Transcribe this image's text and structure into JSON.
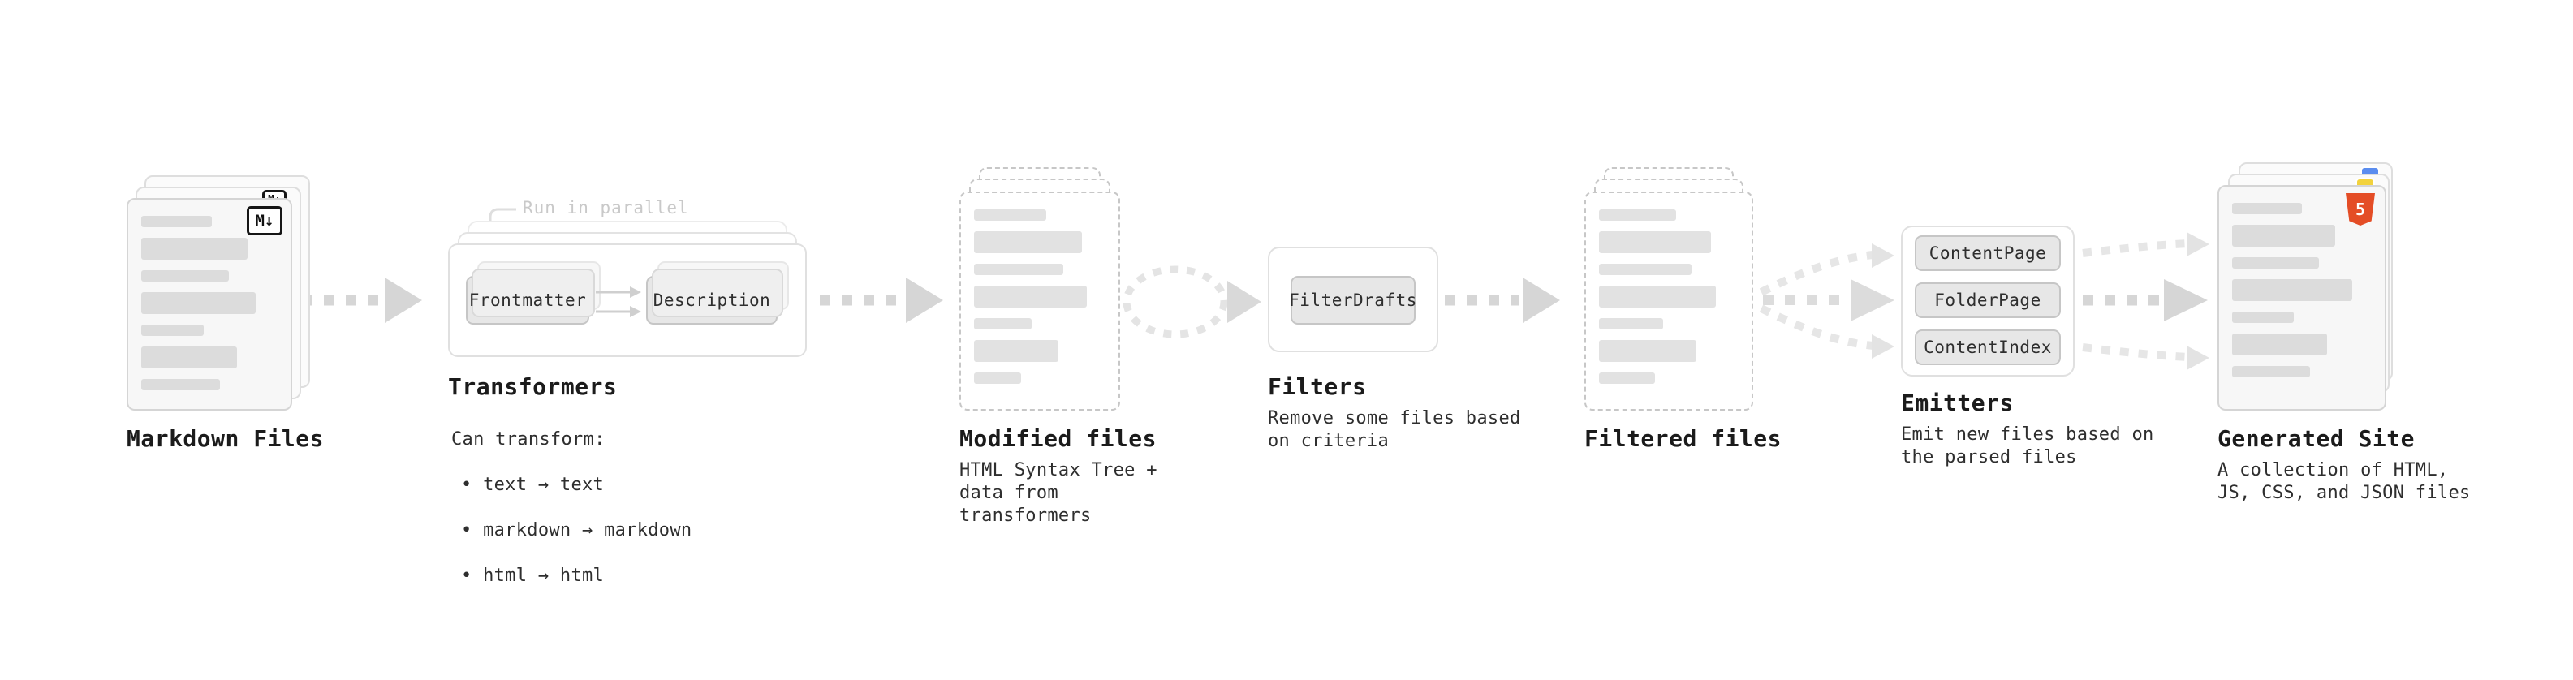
{
  "nodes": {
    "markdown_files": {
      "label": "Markdown Files"
    },
    "transformers": {
      "label": "Transformers",
      "annotation": "Run in parallel",
      "buttons": [
        "Frontmatter",
        "Description"
      ],
      "description_title": "Can transform:",
      "bullets": [
        "• text → text",
        "• markdown → markdown",
        "• html → html"
      ]
    },
    "modified_files": {
      "label": "Modified files",
      "description": "HTML Syntax Tree +\ndata from transformers"
    },
    "filters": {
      "label": "Filters",
      "button": "FilterDrafts",
      "description": "Remove some files based\non criteria"
    },
    "filtered_files": {
      "label": "Filtered files"
    },
    "emitters": {
      "label": "Emitters",
      "buttons": [
        "ContentPage",
        "FolderPage",
        "ContentIndex"
      ],
      "description": "Emit new files based on\nthe parsed files"
    },
    "generated_site": {
      "label": "Generated Site",
      "description": "A collection of HTML,\nJS, CSS, and JSON files"
    }
  },
  "icons": {
    "markdown_badge": "M↓",
    "html5_badge": "5"
  },
  "colors": {
    "arrow": "#d6d6d6",
    "arrow_light": "#e6e6e6",
    "html5_orange": "#e44d26",
    "badge_blue": "#5b8def",
    "badge_yellow": "#f2d23c"
  }
}
